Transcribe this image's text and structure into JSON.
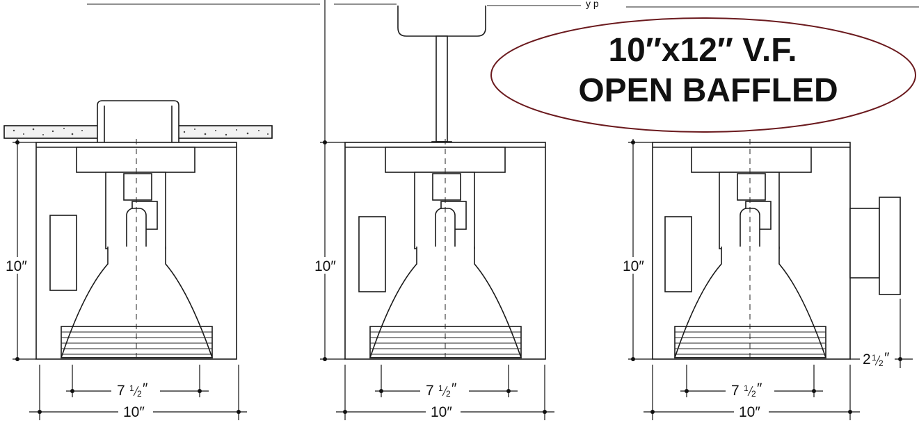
{
  "title_banner": {
    "line1": "10″x12″ V.F.",
    "line2": "OPEN BAFFLED",
    "border_color": "#6b1a1e"
  },
  "top_label_fragment": "y p",
  "views": [
    {
      "name": "ceiling-mount",
      "height_label": "10″",
      "aperture_label": "7",
      "aperture_frac_num": "1",
      "aperture_frac_den": "2",
      "aperture_inch": "″",
      "width_label": "10″"
    },
    {
      "name": "pendant-mount",
      "height_label": "10″",
      "aperture_label": "7",
      "aperture_frac_num": "1",
      "aperture_frac_den": "2",
      "aperture_inch": "″",
      "width_label": "10″"
    },
    {
      "name": "wall-mount",
      "height_label": "10″",
      "aperture_label": "7",
      "aperture_frac_num": "1",
      "aperture_frac_den": "2",
      "aperture_inch": "″",
      "width_label": "10″",
      "depth_label": "2",
      "depth_frac_num": "1",
      "depth_frac_den": "2",
      "depth_inch": "″"
    }
  ]
}
